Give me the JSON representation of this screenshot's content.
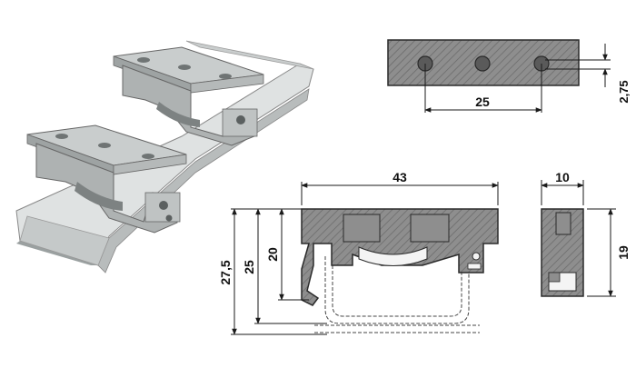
{
  "colors": {
    "background": "#ffffff",
    "hatch_fill": "#8e8e8e",
    "hatch_line": "#5e5e5e",
    "outline": "#2a2a2a",
    "dimension": "#1a1a1a",
    "product_light": "#c9cdcd",
    "product_mid": "#a7acac",
    "product_dark": "#7d8282",
    "rail_light": "#dfe2e2",
    "rail_dark": "#9aa0a0"
  },
  "dimensions": {
    "top_view": {
      "hole_spacing": "25",
      "hole_offset": "2,75"
    },
    "front_view": {
      "width": "43",
      "height_outer": "27,5",
      "height_mid": "25",
      "height_inner": "20"
    },
    "side_view": {
      "width": "10",
      "height": "19"
    }
  }
}
